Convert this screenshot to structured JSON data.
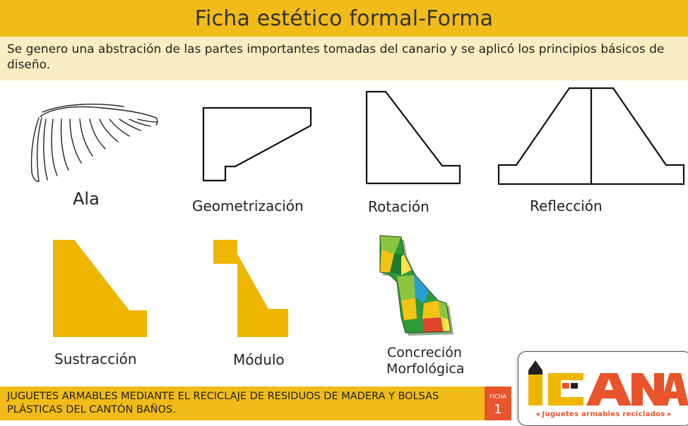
{
  "header": {
    "title": "Ficha estético formal-Forma"
  },
  "intro": {
    "text": "Se genero una abstración de las partes importantes tomadas del canario y se aplicó los principios básicos de diseño."
  },
  "figures": [
    {
      "label": "Ala",
      "icon": "wing-sketch"
    },
    {
      "label": "Geometrización",
      "icon": "outline-shape"
    },
    {
      "label": "Rotación",
      "icon": "outline-shape"
    },
    {
      "label": "Reflección",
      "icon": "outline-shape"
    },
    {
      "label": "Sustracción",
      "icon": "filled-shape"
    },
    {
      "label": "Módulo",
      "icon": "filled-shape"
    },
    {
      "label_line1": "Concreción",
      "label_line2": "Morfológica",
      "icon": "3d-model"
    }
  ],
  "footer": {
    "text": "JUGUETES ARMABLES MEDIANTE EL RECICLAJE DE RESIDUOS DE MADERA Y BOLSAS PLÁSTICAS DEL CANTÓN BAÑOS.",
    "ficha_label": "FICHA",
    "ficha_number": "1"
  },
  "logo": {
    "tagline": "◂ Juguetes armables reciclados ▸"
  },
  "colors": {
    "accent_yellow": "#f1bb1a",
    "band_cream": "#fbeec2",
    "shape_yellow": "#efb600",
    "ficha_red": "#e8542b"
  }
}
